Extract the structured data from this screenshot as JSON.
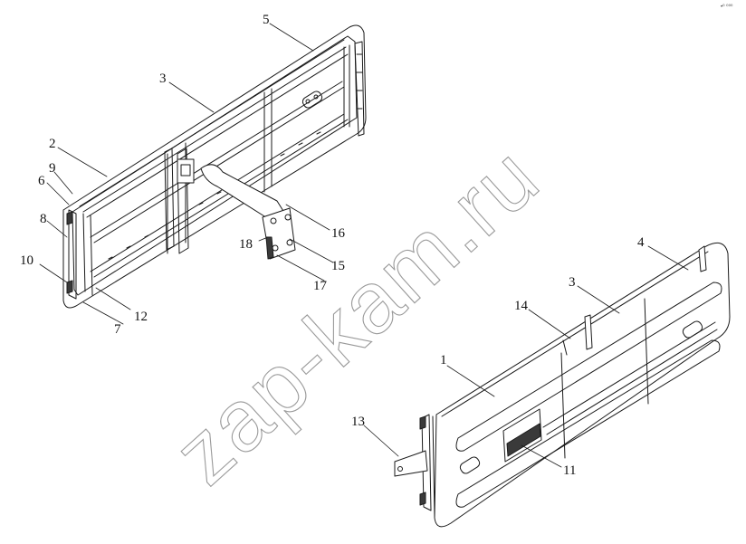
{
  "watermark": "zap-kam.ru",
  "corner_mark": "•⁰ ⁰⁰⁰",
  "callouts": [
    "1",
    "2",
    "3",
    "3",
    "4",
    "5",
    "6",
    "7",
    "8",
    "9",
    "10",
    "11",
    "12",
    "13",
    "14",
    "15",
    "16",
    "17",
    "18"
  ],
  "colors": {
    "line": "#1a1a1a",
    "panel": "#ffffff",
    "shade": "#d9d9d9",
    "dark": "#3a3a3a"
  }
}
